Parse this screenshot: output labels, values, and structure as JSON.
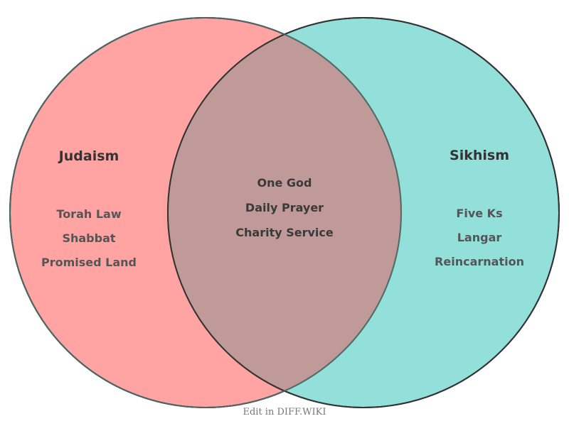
{
  "diagram": {
    "type": "venn",
    "left": {
      "title": "Judaism",
      "items": [
        "Torah Law",
        "Shabbat",
        "Promised Land"
      ],
      "color": "#ffa3a3"
    },
    "right": {
      "title": "Sikhism",
      "items": [
        "Five Ks",
        "Langar",
        "Reincarnation"
      ],
      "color": "#93e0da"
    },
    "intersection": {
      "items": [
        "One God",
        "Daily Prayer",
        "Charity Service"
      ],
      "color": "#c09a98"
    },
    "stroke_color": "#333333"
  },
  "footer": {
    "link_text": "Edit in DIFF.WIKI"
  }
}
